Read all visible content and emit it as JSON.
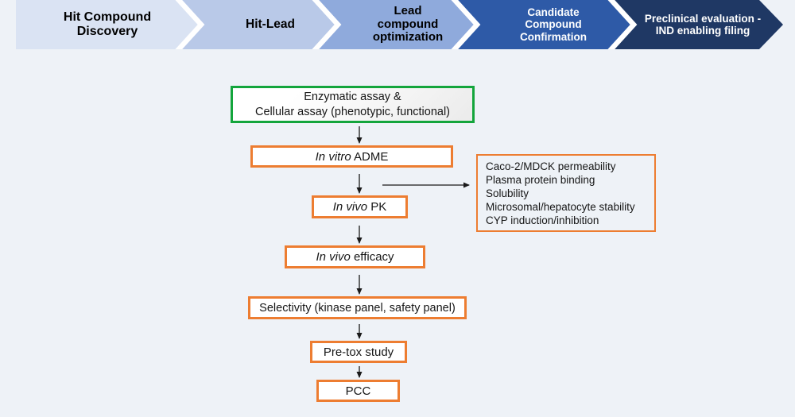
{
  "page": {
    "background": "#eef2f7",
    "separator_color": "#ffffff",
    "arrow_color": "#1a1a1a"
  },
  "pipeline": {
    "stages": [
      {
        "label": "Hit Compound Discovery",
        "color": "#dae3f3",
        "text_color": "#000000"
      },
      {
        "label": "Hit-Lead",
        "color": "#b9c9e8",
        "text_color": "#000000"
      },
      {
        "label": "Lead compound optimization",
        "color": "#8faadc",
        "text_color": "#000000"
      },
      {
        "label": "Candidate Compound Confirmation",
        "color": "#2e5aa7",
        "text_color": "#ffffff"
      },
      {
        "label": "Preclinical evaluation - IND enabling filing",
        "color": "#1f3864",
        "text_color": "#ffffff"
      }
    ]
  },
  "flowchart": {
    "accent_green": "#13a53c",
    "accent_orange": "#ed7d31",
    "boxes": {
      "assay": {
        "line1": "Enzymatic assay &",
        "line2": "Cellular assay (phenotypic, functional)"
      },
      "adme": {
        "italic": "In vitro",
        "rest": " ADME"
      },
      "pk": {
        "italic": "In vivo",
        "rest": " PK"
      },
      "efficacy": {
        "italic": "In vivo",
        "rest": " efficacy"
      },
      "selectivity": {
        "label": "Selectivity (kinase panel, safety panel)"
      },
      "pretox": {
        "label": "Pre-tox study"
      },
      "pcc": {
        "label": "PCC"
      }
    },
    "side_panel": {
      "items": [
        "Caco-2/MDCK permeability",
        "Plasma protein binding",
        "Solubility",
        "Microsomal/hepatocyte stability",
        "CYP induction/inhibition"
      ]
    }
  }
}
